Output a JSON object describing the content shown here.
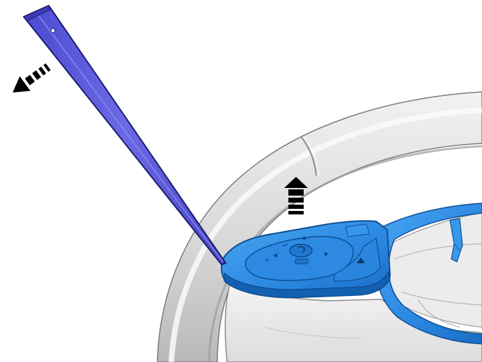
{
  "figure": {
    "subject": "steering-wheel-control-panel-removal",
    "tool": "trim-removal-tool",
    "colors": {
      "tool": "#5b5bd6",
      "tool_edge": "#1c1c6e",
      "switch_panel": "#2f8fe8",
      "switch_panel_dark": "#135fb0",
      "wheel_rim": "#d6d6d6",
      "wheel_rim_shadow": "#a9a9a9",
      "arrows": "#000000",
      "background": "#ffffff"
    },
    "arrows": [
      {
        "name": "pry-tool-direction",
        "direction": "down-left"
      },
      {
        "name": "panel-lift-direction",
        "direction": "up"
      }
    ]
  }
}
